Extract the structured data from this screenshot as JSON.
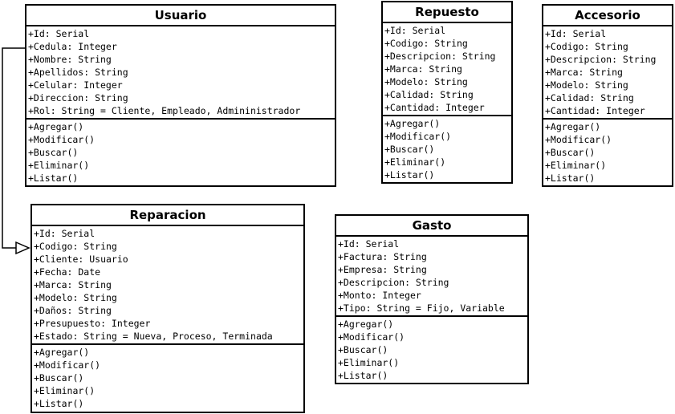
{
  "colors": {
    "line": "#000000",
    "background": "#ffffff"
  },
  "classes": {
    "usuario": {
      "name": "Usuario",
      "attributes": [
        "+Id: Serial",
        "+Cedula: Integer",
        "+Nombre: String",
        "+Apellidos: String",
        "+Celular: Integer",
        "+Direccion: String",
        "+Rol: String = Cliente, Empleado, Admininistrador"
      ],
      "methods": [
        "+Agregar()",
        "+Modificar()",
        "+Buscar()",
        "+Eliminar()",
        "+Listar()"
      ]
    },
    "repuesto": {
      "name": "Repuesto",
      "attributes": [
        "+Id: Serial",
        "+Codigo: String",
        "+Descripcion: String",
        "+Marca: String",
        "+Modelo: String",
        "+Calidad: String",
        "+Cantidad: Integer"
      ],
      "methods": [
        "+Agregar()",
        "+Modificar()",
        "+Buscar()",
        "+Eliminar()",
        "+Listar()"
      ]
    },
    "accesorio": {
      "name": "Accesorio",
      "attributes": [
        "+Id: Serial",
        "+Codigo: String",
        "+Descripcion: String",
        "+Marca: String",
        "+Modelo: String",
        "+Calidad: String",
        "+Cantidad: Integer"
      ],
      "methods": [
        "+Agregar()",
        "+Modificar()",
        "+Buscar()",
        "+Eliminar()",
        "+Listar()"
      ]
    },
    "reparacion": {
      "name": "Reparacion",
      "attributes": [
        "+Id: Serial",
        "+Codigo: String",
        "+Cliente: Usuario",
        "+Fecha: Date",
        "+Marca: String",
        "+Modelo: String",
        "+Daños: String",
        "+Presupuesto: Integer",
        "+Estado: String = Nueva, Proceso, Terminada"
      ],
      "methods": [
        "+Agregar()",
        "+Modificar()",
        "+Buscar()",
        "+Eliminar()",
        "+Listar()"
      ]
    },
    "gasto": {
      "name": "Gasto",
      "attributes": [
        "+Id: Serial",
        "+Factura: String",
        "+Empresa: String",
        "+Descripcion: String",
        "+Monto: Integer",
        "+Tipo: String = Fijo, Variable"
      ],
      "methods": [
        "+Agregar()",
        "+Modificar()",
        "+Buscar()",
        "+Eliminar()",
        "+Listar()"
      ]
    }
  },
  "relationships": [
    {
      "type": "generalization",
      "from": "usuario",
      "to": "reparacion"
    }
  ]
}
